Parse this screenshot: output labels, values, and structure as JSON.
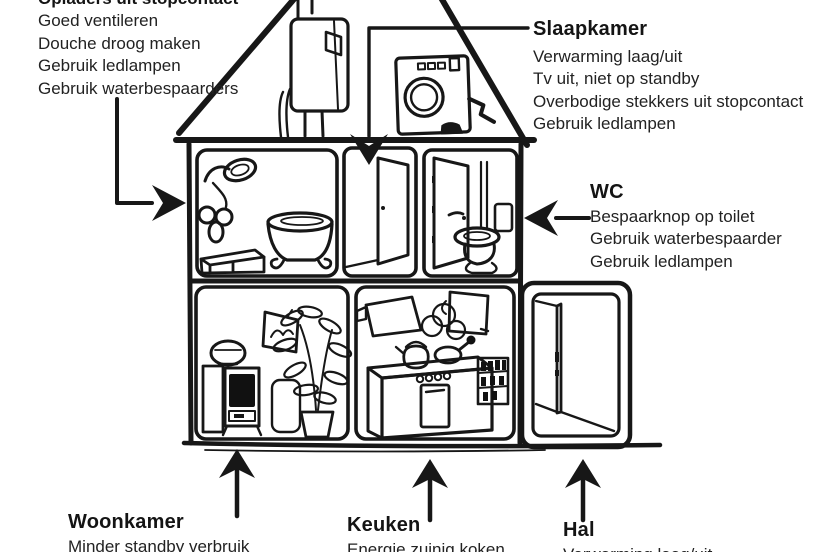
{
  "page": {
    "background": "#ffffff",
    "ink": "#171717",
    "text_color": "#1b1b1b"
  },
  "rooms": {
    "badkamer": {
      "title": "",
      "tips": [
        "Opladers uit stopcontact",
        "Goed ventileren",
        "Douche droog maken",
        "Gebruik ledlampen",
        "Gebruik waterbespaarders"
      ],
      "arrow": "right"
    },
    "slaapkamer": {
      "title": "Slaapkamer",
      "tips": [
        "Verwarming laag/uit",
        "Tv uit, niet op standby",
        "Overbodige stekkers uit stopcontact",
        "Gebruik ledlampen"
      ],
      "arrow": "down"
    },
    "wc": {
      "title": "WC",
      "tips": [
        "Bespaarknop op toilet",
        "Gebruik waterbespaarder",
        "Gebruik ledlampen"
      ],
      "arrow": "left"
    },
    "woonkamer": {
      "title": "Woonkamer",
      "tips": [
        "Minder standby verbruik"
      ],
      "arrow": "up"
    },
    "keuken": {
      "title": "Keuken",
      "tips": [
        "Energie zuinig koken"
      ],
      "arrow": "up"
    },
    "hal": {
      "title": "Hal",
      "tips": [
        "Verwarming laag/uit"
      ],
      "arrow": "up"
    }
  },
  "illustration": {
    "type": "hand-drawn house cross-section",
    "objects": [
      "chimney",
      "boiler",
      "washing-machine",
      "shower",
      "bathtub",
      "bath-mat",
      "bedroom-door",
      "wc-door",
      "toilet",
      "fishbowl",
      "tv",
      "picture-frame",
      "houseplant",
      "extractor-hood",
      "steam",
      "kettle",
      "cooking-pan",
      "oven",
      "kitchen-shelf",
      "hall-door"
    ]
  }
}
